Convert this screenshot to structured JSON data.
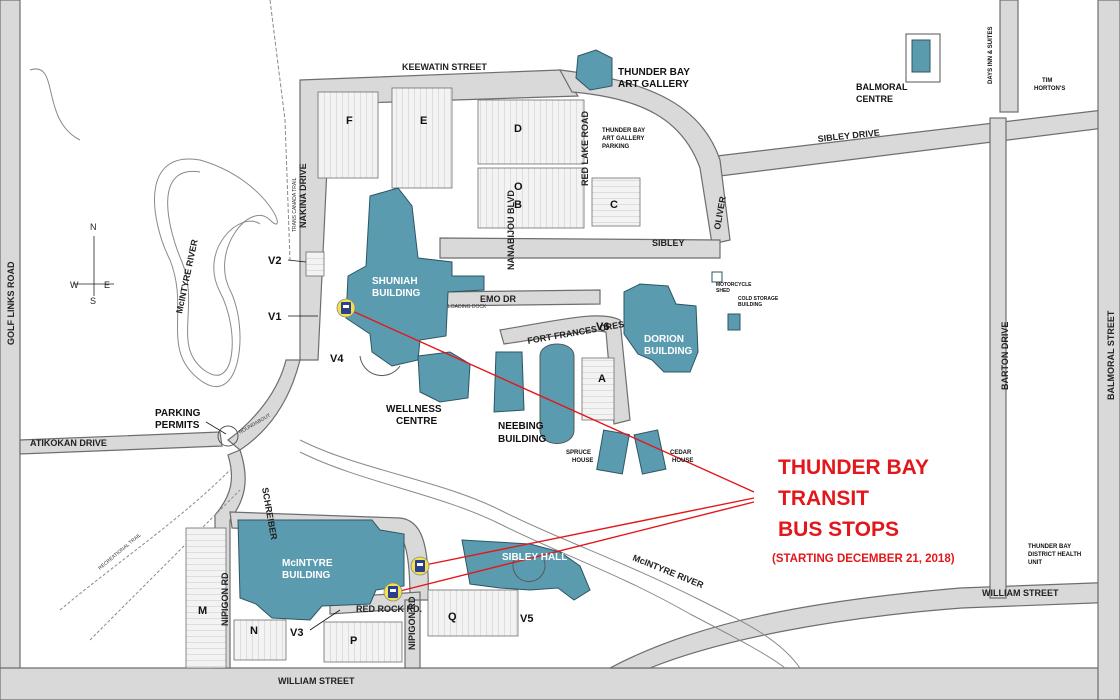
{
  "callout": {
    "line1": "THUNDER BAY",
    "line2": "TRANSIT",
    "line3": "BUS STOPS",
    "subtitle": "(STARTING DECEMBER 21, 2018)"
  },
  "colors": {
    "building": "#5b9bb0",
    "road": "#d9d9d9",
    "road_edge": "#6e6e6e",
    "callout_red": "#e3171b",
    "bus_stop": "#f2e24a"
  },
  "streets": {
    "keewatin": "KEEWATIN STREET",
    "sibley_drive": "SIBLEY DRIVE",
    "golf_links": "GOLF LINKS ROAD",
    "barton": "BARTON DRIVE",
    "balmoral": "BALMORAL STREET",
    "william_right": "WILLIAM STREET",
    "william_bottom": "WILLIAM STREET",
    "atikokan": "ATIKOKAN DRIVE",
    "red_rock": "RED ROCK RD.",
    "sibley_small": "SIBLEY",
    "oliver": "OLIVER",
    "red_lake": "RED LAKE ROAD",
    "nanabijou": "NANABIJOU BLVD",
    "fort_frances": "FORT FRANCES CRES",
    "emo": "EMO DR",
    "nakina": "NAKINA DRIVE",
    "schreiber": "SCHREIBER",
    "nipigon_left": "NIPIGON RD",
    "nipigon_right": "NIPIGON RD"
  },
  "buildings": {
    "art_gallery": "THUNDER BAY ART GALLERY",
    "art_gallery_parking": "THUNDER BAY ART GALLERY PARKING",
    "balmoral_centre": "BALMORAL CENTRE",
    "days_inn": "DAYS INN & SUITES",
    "tim_hortons": "TIM HORTON'S",
    "shuniah": "SHUNIAH BUILDING",
    "dorion": "DORION BUILDING",
    "wellness": "WELLNESS CENTRE",
    "neebing": "NEEBING BUILDING",
    "spruce": "SPRUCE HOUSE",
    "cedar": "CEDAR HOUSE",
    "mcintyre": "McINTYRE BUILDING",
    "sibley_hall": "SIBLEY HALL",
    "health_unit": "THUNDER BAY DISTRICT HEALTH UNIT",
    "motorcycle_shed": "MOTORCYCLE SHED",
    "cold_storage": "COLD STORAGE BUILDING",
    "loading_dock": "LOADING DOCK"
  },
  "features": {
    "mcintyre_river": "McINTYRE RIVER",
    "mcintyre_river_2": "McINTYRE RIVER",
    "parking_permits": "PARKING PERMITS",
    "trans_canada_trail": "TRANS CANADA TRAIL",
    "recreational_trail": "RECREATIONAL TRAIL",
    "roundabout": "ROUNDABOUT"
  },
  "parking_lots": [
    "F",
    "E",
    "D",
    "O",
    "B",
    "C",
    "A",
    "M",
    "N",
    "P",
    "Q"
  ],
  "visitor_lots": [
    "V1",
    "V2",
    "V3",
    "V4",
    "V5",
    "V6"
  ],
  "compass": {
    "n": "N",
    "s": "S",
    "e": "E",
    "w": "W"
  }
}
